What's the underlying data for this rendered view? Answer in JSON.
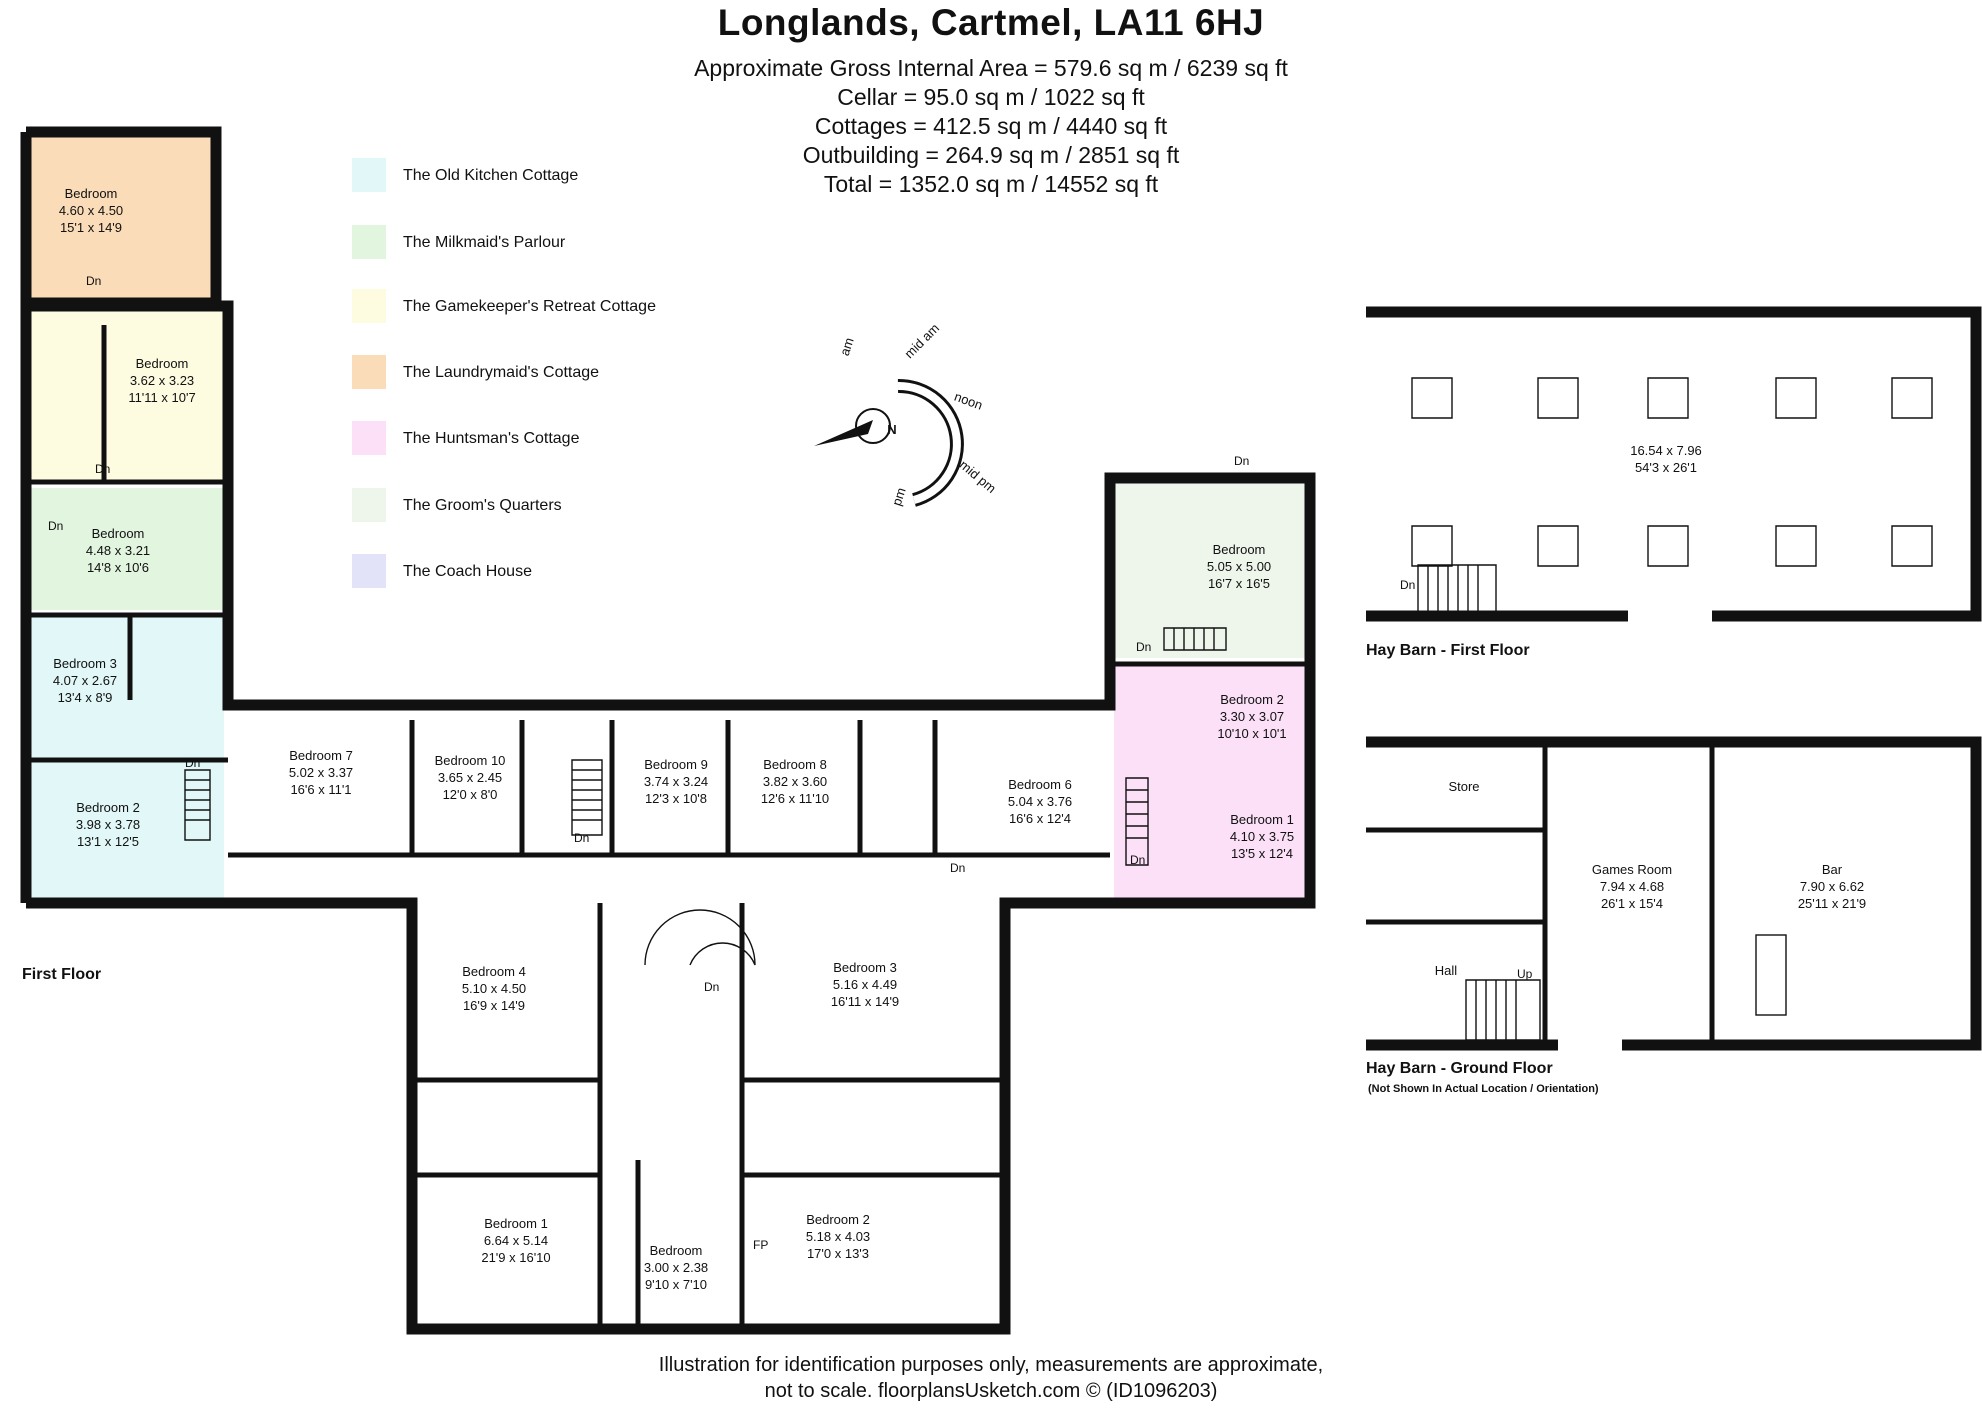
{
  "header": {
    "title": "Longlands, Cartmel, LA11 6HJ",
    "areas": [
      "Approximate Gross Internal Area = 579.6 sq m / 6239 sq ft",
      "Cellar = 95.0 sq m / 1022 sq ft",
      "Cottages = 412.5 sq m / 4440 sq ft",
      "Outbuilding = 264.9 sq m / 2851 sq ft",
      "Total = 1352.0 sq m / 14552 sq ft"
    ]
  },
  "legend": [
    {
      "label": "The Old Kitchen Cottage",
      "color": "#e2f7f7"
    },
    {
      "label": "The Milkmaid's Parlour",
      "color": "#e1f5df"
    },
    {
      "label": "The Gamekeeper's Retreat Cottage",
      "color": "#fdfbe0"
    },
    {
      "label": "The Laundrymaid's Cottage",
      "color": "#fbdcb8"
    },
    {
      "label": "The Huntsman's Cottage",
      "color": "#fbe0f7"
    },
    {
      "label": "The Groom's Quarters",
      "color": "#eef6ec"
    },
    {
      "label": "The Coach House",
      "color": "#e2e2f9"
    }
  ],
  "compass": {
    "north": "N",
    "labels": [
      "am",
      "mid am",
      "noon",
      "mid pm",
      "pm"
    ]
  },
  "rooms": {
    "laundry_bed": [
      "Bedroom",
      "4.60 x 4.50",
      "15'1 x 14'9"
    ],
    "game_bed": [
      "Bedroom",
      "3.62 x 3.23",
      "11'11 x 10'7"
    ],
    "milk_bed": [
      "Bedroom",
      "4.48 x 3.21",
      "14'8 x 10'6"
    ],
    "ok_bed3": [
      "Bedroom 3",
      "4.07 x 2.67",
      "13'4 x 8'9"
    ],
    "ok_bed2": [
      "Bedroom 2",
      "3.98 x 3.78",
      "13'1 x 12'5"
    ],
    "bed7": [
      "Bedroom 7",
      "5.02 x 3.37",
      "16'6 x 11'1"
    ],
    "bed10": [
      "Bedroom 10",
      "3.65 x 2.45",
      "12'0 x 8'0"
    ],
    "bed9": [
      "Bedroom 9",
      "3.74 x 3.24",
      "12'3 x 10'8"
    ],
    "bed8": [
      "Bedroom 8",
      "3.82 x 3.60",
      "12'6 x 11'10"
    ],
    "bed6": [
      "Bedroom 6",
      "5.04 x 3.76",
      "16'6 x 12'4"
    ],
    "groom_bed": [
      "Bedroom",
      "5.05 x 5.00",
      "16'7 x 16'5"
    ],
    "hunt_bed2": [
      "Bedroom 2",
      "3.30 x 3.07",
      "10'10 x 10'1"
    ],
    "hunt_bed1": [
      "Bedroom 1",
      "4.10 x 3.75",
      "13'5 x 12'4"
    ],
    "bed4": [
      "Bedroom 4",
      "5.10 x 4.50",
      "16'9 x 14'9"
    ],
    "bed3": [
      "Bedroom 3",
      "5.16 x 4.49",
      "16'11 x 14'9"
    ],
    "bed1": [
      "Bedroom 1",
      "6.64 x 5.14",
      "21'9 x 16'10"
    ],
    "bed_small": [
      "Bedroom",
      "3.00 x 2.38",
      "9'10 x 7'10"
    ],
    "bed2": [
      "Bedroom 2",
      "5.18 x 4.03",
      "17'0 x 13'3"
    ],
    "barn_first": [
      "16.54 x 7.96",
      "54'3 x 26'1"
    ],
    "store": [
      "Store"
    ],
    "games": [
      "Games Room",
      "7.94 x 4.68",
      "26'1 x 15'4"
    ],
    "bar": [
      "Bar",
      "7.90 x 6.62",
      "25'11 x 21'9"
    ],
    "hall": [
      "Hall"
    ]
  },
  "marks": {
    "dn": "Dn",
    "up": "Up",
    "fp": "FP"
  },
  "labels": {
    "first_floor": "First Floor",
    "hay_first": "Hay Barn - First Floor",
    "hay_ground": "Hay Barn - Ground Floor",
    "hay_note": "(Not Shown In Actual Location / Orientation)"
  },
  "footer": [
    "Illustration for identification purposes only, measurements are approximate,",
    "not to scale. floorplansUsketch.com © (ID1096203)"
  ]
}
